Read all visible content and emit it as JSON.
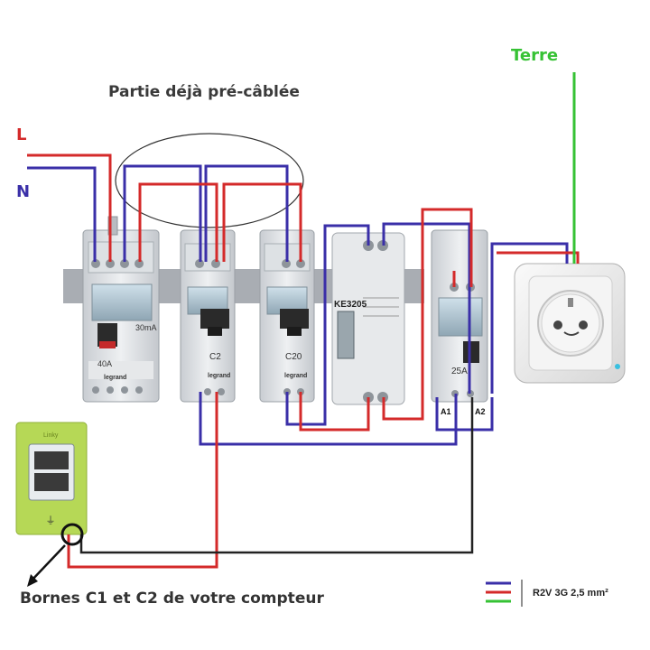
{
  "labels": {
    "title": "Partie déjà pré-câblée",
    "phase": "L",
    "neutral": "N",
    "earth": "Terre",
    "meter_terminals": "Bornes C1 et C2 de votre compteur",
    "cable_legend": "R2V 3G 2,5 mm²",
    "a1": "A1",
    "a2": "A2"
  },
  "devices": {
    "differential": {
      "rating": "40A",
      "sensitivity": "30mA",
      "brand": "legrand"
    },
    "breaker_c2": {
      "curve": "C2",
      "brand": "legrand"
    },
    "breaker_c20": {
      "curve": "C20",
      "brand": "legrand"
    },
    "energy_meter": {
      "model": "KE3205"
    },
    "contactor": {
      "rating": "25A"
    },
    "utility_meter": {
      "brand": "Linky"
    }
  },
  "colors": {
    "phase": "#d42a2a",
    "neutral": "#3a2fa8",
    "earth": "#36c234",
    "control": "#222222"
  }
}
